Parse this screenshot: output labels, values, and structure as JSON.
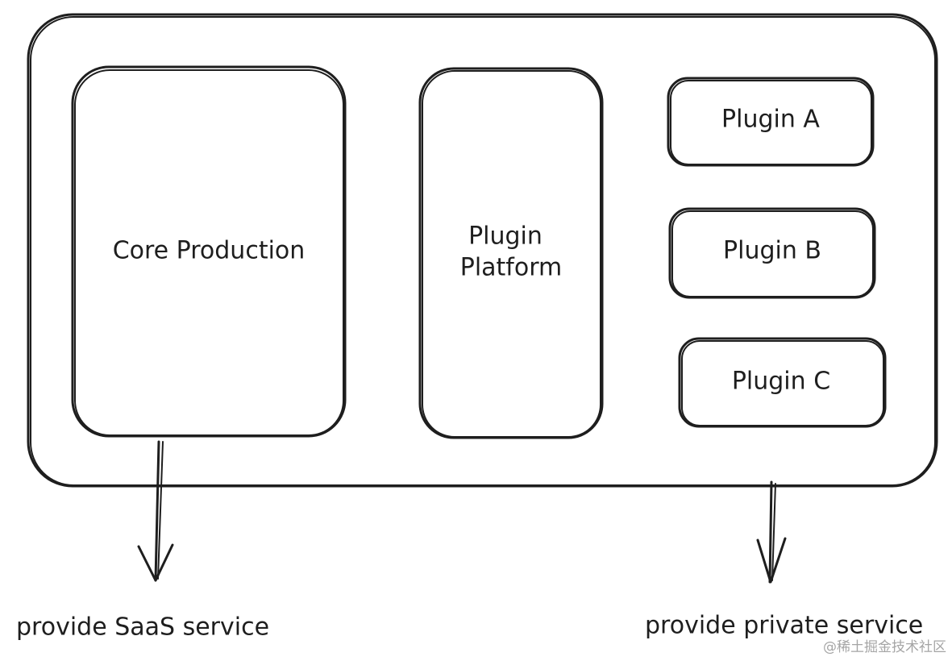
{
  "diagram": {
    "boxes": {
      "core_production": "Core Production",
      "plugin_platform_line1": "Plugin",
      "plugin_platform_line2": "Platform",
      "plugin_a": "Plugin A",
      "plugin_b": "Plugin B",
      "plugin_c": "Plugin C"
    },
    "captions": {
      "saas": "provide SaaS service",
      "private": "provide private service"
    },
    "watermark": "@稀土掘金技术社区"
  }
}
